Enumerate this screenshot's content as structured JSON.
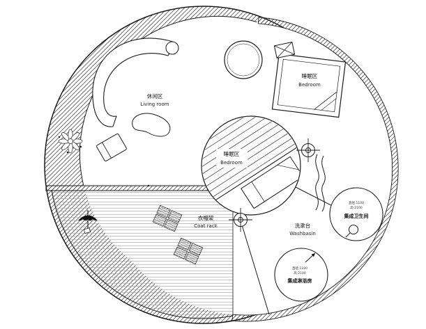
{
  "plan": {
    "areas": {
      "living_room": {
        "zh": "休闲区",
        "en": "Living room"
      },
      "bedroom_upper": {
        "zh": "睡眠区",
        "en": "Bedroom"
      },
      "bedroom_center": {
        "zh": "睡眠区",
        "en": "Bedroom"
      },
      "coat_rack": {
        "zh": "衣帽架",
        "en": "Coat rack"
      },
      "washbasin": {
        "zh": "洗漱台",
        "en": "Washbasin"
      },
      "bathroom_pod": {
        "spec1": "直径:1100",
        "spec2": "高:2100",
        "name": "集成卫生间"
      },
      "shower_pod": {
        "spec1": "直径:1100",
        "spec2": "高:2100",
        "name": "集成淋浴房"
      }
    },
    "colors": {
      "line": "#1a1a1a",
      "hatch": "#3a3a3a",
      "floor_stripe": "#999999",
      "background": "#ffffff"
    }
  }
}
